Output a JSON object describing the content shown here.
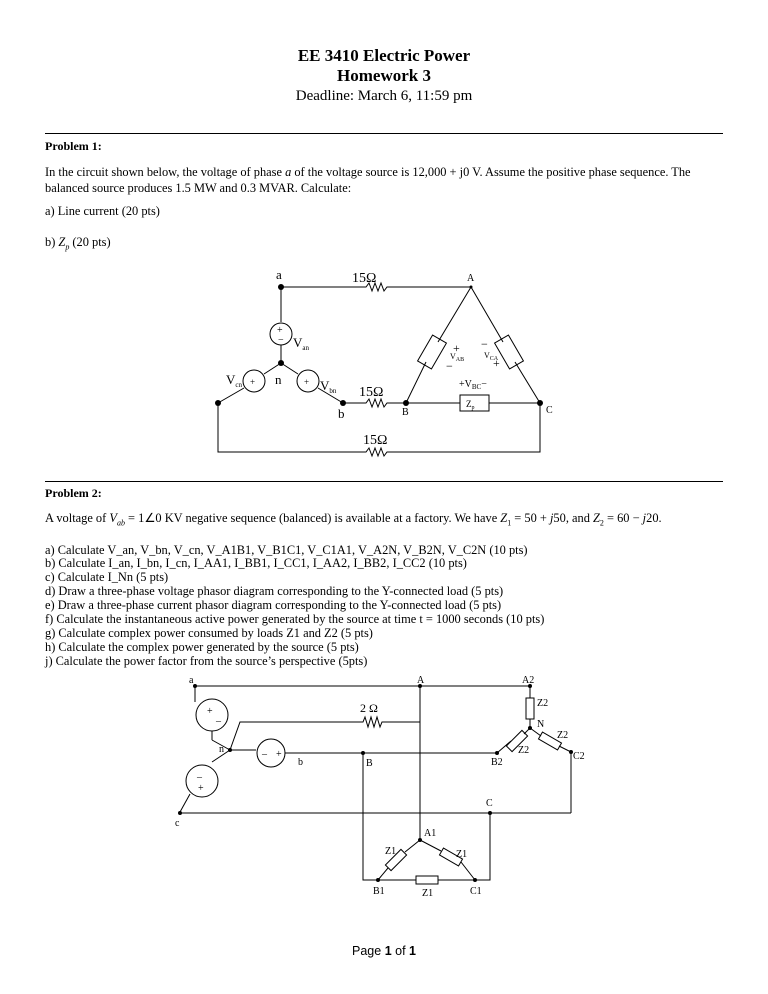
{
  "header": {
    "title": "EE 3410 Electric Power",
    "subtitle": "Homework 3",
    "deadline": "Deadline: March 6, 11:59 pm"
  },
  "problem1": {
    "heading": "Problem 1:",
    "intro_a": "In the circuit shown below, the voltage of phase ",
    "intro_var": "a",
    "intro_b": " of the voltage source is 12,000 + j0 V. Assume the positive phase sequence. The balanced source produces 1.5 MW and 0.3 MVAR. Calculate:",
    "part_a": "a) Line current (20 pts)",
    "part_b_prefix": "b) ",
    "part_b_var": "Z",
    "part_b_sub": "p",
    "part_b_suffix": " (20 pts)",
    "circuit": {
      "node_a": "a",
      "node_b": "b",
      "node_n": "n",
      "node_A": "A",
      "node_B": "B",
      "node_C": "C",
      "r1": "15Ω",
      "r2": "15Ω",
      "r3": "15Ω",
      "van_main": "V",
      "van_sub": "an",
      "vbn_main": "V",
      "vbn_sub": "bn",
      "vcn_main": "V",
      "vcn_sub": "cn",
      "vab_label": "V",
      "vab_sub": "AB",
      "vca_label": "V",
      "vca_sub": "CA",
      "vbc_label": "+V",
      "vbc_sub": "BC",
      "zp": "Z",
      "zp_sub": "p",
      "plus": "+",
      "minus": "−"
    }
  },
  "problem2": {
    "heading": "Problem 2:",
    "intro": {
      "t1": "A voltage of ",
      "vab": "V",
      "vab_sub": "ab",
      "t2": " = 1∠0 KV negative sequence (balanced) is available at a factory. We have ",
      "z1": "Z",
      "z1_sub": "1",
      "t3": " = 50 + ",
      "j1": "j",
      "t4": "50, and ",
      "z2": "Z",
      "z2_sub": "2",
      "t5": " = 60 − ",
      "j2": "j",
      "t6": "20."
    },
    "parts": [
      "a) Calculate V_an, V_bn, V_cn, V_A1B1, V_B1C1, V_C1A1, V_A2N, V_B2N, V_C2N (10 pts)",
      "b) Calculate I_an, I_bn, I_cn, I_AA1, I_BB1, I_CC1, I_AA2, I_BB2, I_CC2 (10 pts)",
      "c) Calculate I_Nn (5 pts)",
      "d) Draw a three-phase voltage phasor diagram corresponding to the Y-connected load (5 pts)",
      "e) Draw a three-phase current phasor diagram corresponding to the Y-connected load (5 pts)",
      "f) Calculate the instantaneous active power generated by the source at time t = 1000 seconds (10 pts)",
      "g) Calculate complex power consumed by loads Z1 and Z2 (5 pts)",
      "h) Calculate the complex power generated by the source (5 pts)",
      "j) Calculate the power factor from the source’s perspective (5pts)"
    ],
    "circuit": {
      "a": "a",
      "b": "b",
      "c": "c",
      "n": "n",
      "A": "A",
      "B": "B",
      "C": "C",
      "A1": "A1",
      "B1": "B1",
      "C1": "C1",
      "A2": "A2",
      "B2": "B2",
      "C2": "C2",
      "N": "N",
      "r": "2 Ω",
      "z1_left": "Z1",
      "z1_right": "Z1",
      "z1_bottom": "Z1",
      "z2_top": "Z2",
      "z2_left": "Z2",
      "z2_right": "Z2",
      "plus": "+",
      "minus": "–"
    }
  },
  "footer": {
    "page": "Page ",
    "current": "1",
    "of": " of ",
    "total": "1"
  }
}
